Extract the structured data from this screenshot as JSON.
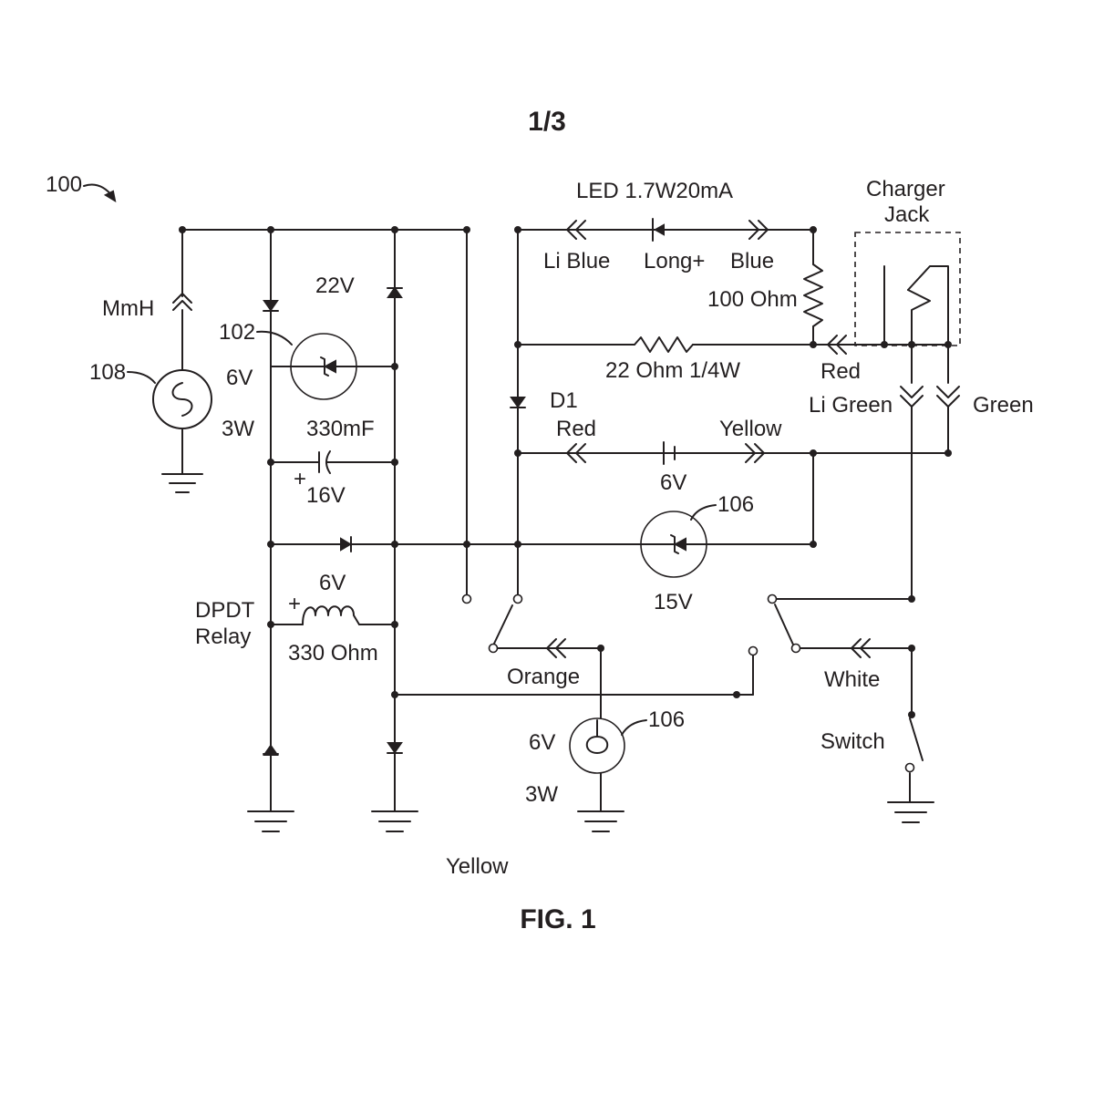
{
  "sheet": {
    "page": "1/3",
    "caption": "FIG. 1",
    "ref_main": "100"
  },
  "labels": {
    "mmh": "MmH",
    "ref_102": "102",
    "ref_108": "108",
    "ref_106_zener": "106",
    "ref_106_lamp": "106",
    "v22": "22V",
    "src_6v": "6V",
    "src_3w": "3W",
    "cap_value": "330mF",
    "cap_plus": "+",
    "cap_voltage": "16V",
    "relay_6v": "6V",
    "relay_plus": "+",
    "relay_name_1": "DPDT",
    "relay_name_2": "Relay",
    "relay_ohm": "330 Ohm",
    "led": "LED 1.7W20mA",
    "li_blue": "Li Blue",
    "long_plus": "Long+",
    "blue": "Blue",
    "r100": "100 Ohm",
    "r22": "22 Ohm 1/4W",
    "charger_1": "Charger",
    "charger_2": "Jack",
    "red_top": "Red",
    "li_green": "Li Green",
    "green": "Green",
    "d1": "D1",
    "red_mid": "Red",
    "yellow_mid": "Yellow",
    "batt_6v": "6V",
    "zener_15v": "15V",
    "orange": "Orange",
    "white": "White",
    "switch": "Switch",
    "lamp_6v": "6V",
    "lamp_3w": "3W",
    "yellow_bottom": "Yellow"
  }
}
